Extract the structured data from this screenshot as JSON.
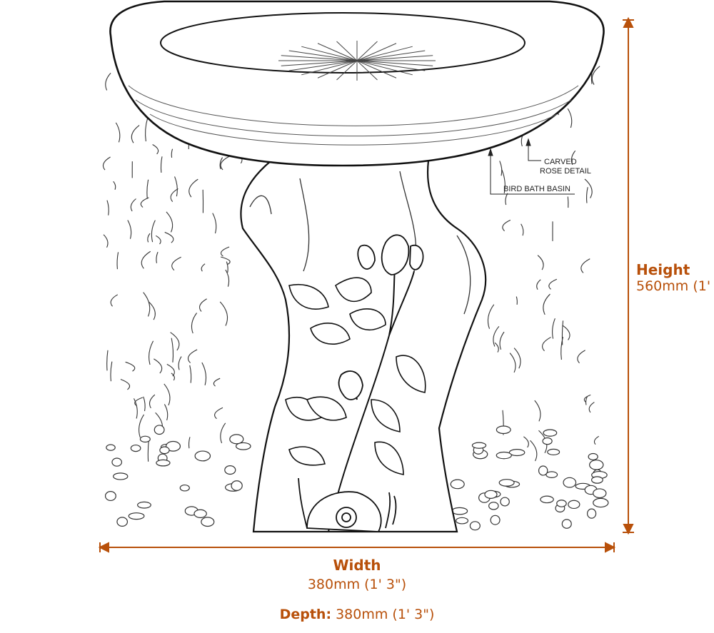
{
  "callouts": {
    "carved_rose_line1": "CARVED",
    "carved_rose_line2": "ROSE DETAIL",
    "basin": "BIRD BATH BASIN"
  },
  "dimensions": {
    "height": {
      "label": "Height",
      "value": "560mm (1'"
    },
    "width": {
      "label": "Width",
      "value": "380mm (1' 3\")"
    },
    "depth": {
      "label": "Depth:",
      "value": "380mm (1' 3\")"
    }
  },
  "colors": {
    "dimension": "#b8500a",
    "line": "#222222"
  }
}
